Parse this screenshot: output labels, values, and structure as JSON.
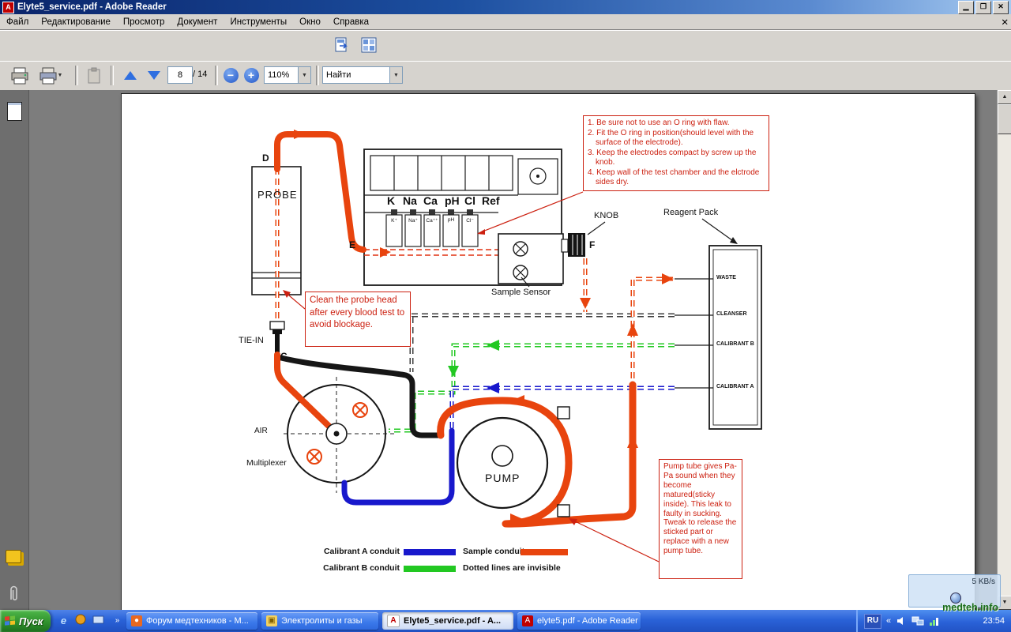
{
  "window": {
    "title": "Elyte5_service.pdf - Adobe Reader"
  },
  "menu": {
    "items": [
      "Файл",
      "Редактирование",
      "Просмотр",
      "Документ",
      "Инструменты",
      "Окно",
      "Справка"
    ]
  },
  "toolbar": {
    "page_current": "8",
    "page_total": "/ 14",
    "zoom_value": "110%",
    "find_value": "Найти"
  },
  "diagram": {
    "labels": {
      "probe": "PROBE",
      "tie_in": "TIE-IN",
      "air": "AIR",
      "multiplexer": "Multiplexer",
      "pump": "PUMP",
      "knob": "KNOB",
      "sample_sensor": "Sample Sensor",
      "reagent_pack": "Reagent Pack"
    },
    "points": {
      "d": "D",
      "e": "E",
      "f": "F",
      "c": "C"
    },
    "electrode_labels": [
      "K",
      "Na",
      "Ca",
      "pH",
      "Cl",
      "Ref"
    ],
    "electrode_small_labels": [
      "K⁺",
      "Na⁺",
      "Ca⁺⁺",
      "pH",
      "Cl⁻"
    ],
    "pack_labels": [
      "WASTE",
      "CLEANSER",
      "CALIBRANT B",
      "CALIBRANT A"
    ],
    "note_oring_items": [
      "1. Be sure not to use an O ring with flaw.",
      "2. Fit the O ring in position(should level with the surface of the electrode).",
      "3. Keep the electrodes compact by screw up the knob.",
      "4. Keep wall of the test chamber and the elctrode sides dry."
    ],
    "note_probe": "Clean the probe head after every blood test to avoid blockage.",
    "note_pump": "Pump tube gives Pa-Pa sound when they become matured(sticky inside). This leak to faulty in sucking. Tweak to release the sticked part or replace with a new pump tube.",
    "legend": {
      "calibrant_a": "Calibrant A conduit",
      "sample": "Sample conduit",
      "calibrant_b": "Calibrant B conduit",
      "dotted": "Dotted lines are invisible"
    },
    "colors": {
      "sample": "#e8440e",
      "calibrant_a": "#1818cc",
      "calibrant_b": "#22c822"
    }
  },
  "taskbar": {
    "start": "Пуск",
    "tasks": [
      {
        "label": "Форум медтехников - М..."
      },
      {
        "label": "Электролиты и газы"
      },
      {
        "label": "Elyte5_service.pdf - A..."
      },
      {
        "label": "elyte5.pdf - Adobe Reader"
      }
    ],
    "tray": {
      "lang": "RU",
      "time": "23:54"
    }
  },
  "watermark": "medteh.info",
  "speed_label": "5 KB/s"
}
